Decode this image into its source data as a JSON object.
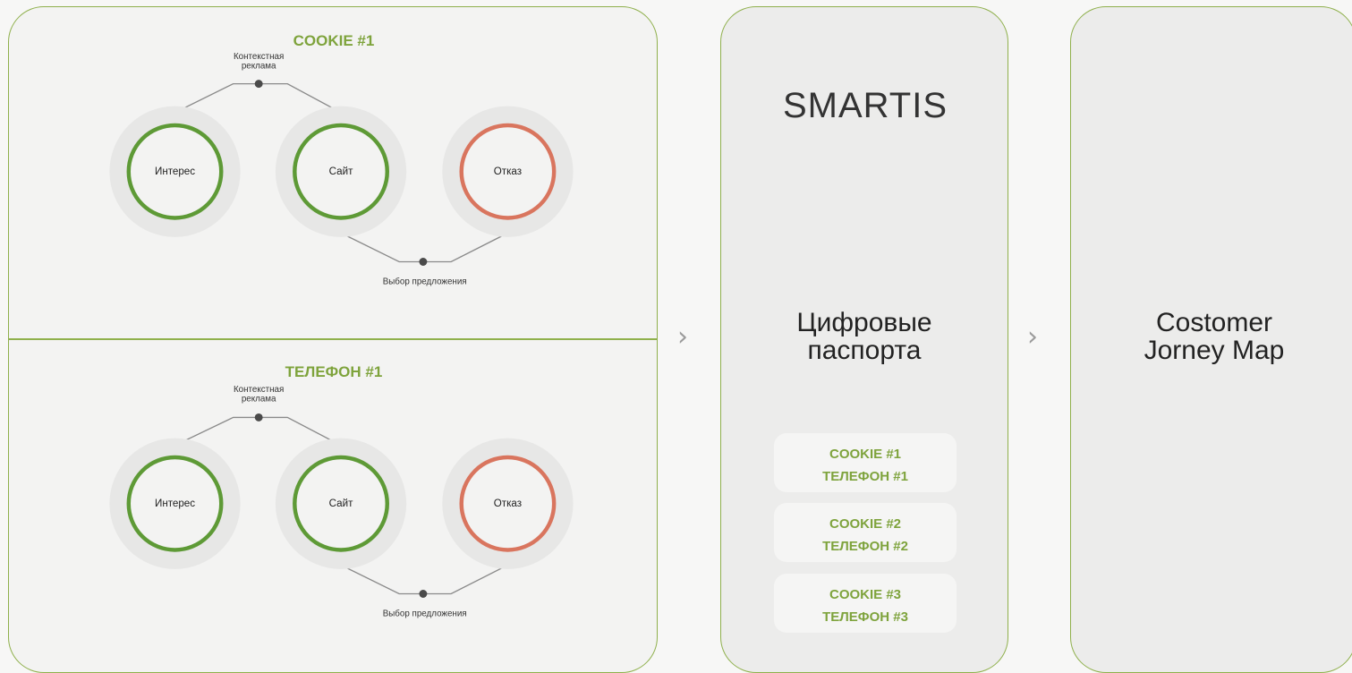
{
  "sections": [
    {
      "title": "COOKIE #1",
      "nodes": [
        {
          "label": "Интерес",
          "status": "active"
        },
        {
          "label": "Сайт",
          "status": "active"
        },
        {
          "label": "Отказ",
          "status": "rejected"
        }
      ],
      "edges": [
        {
          "label": "Контекстная реклама"
        },
        {
          "label": "Выбор предложения"
        }
      ]
    },
    {
      "title": "ТЕЛЕФОН #1",
      "nodes": [
        {
          "label": "Интерес",
          "status": "active"
        },
        {
          "label": "Сайт",
          "status": "active"
        },
        {
          "label": "Отказ",
          "status": "rejected"
        }
      ],
      "edges": [
        {
          "label": "Контекстная реклама"
        },
        {
          "label": "Выбор предложения"
        }
      ]
    }
  ],
  "middle": {
    "logo": "SMARTIS",
    "title_line1": "Цифровые",
    "title_line2": "паспорта",
    "cards": [
      {
        "line1": "COOKIE #1",
        "line2": "ТЕЛЕФОН #1"
      },
      {
        "line1": "COOKIE #2",
        "line2": "ТЕЛЕФОН #2"
      },
      {
        "line1": "COOKIE #3",
        "line2": "ТЕЛЕФОН #3"
      }
    ]
  },
  "right": {
    "title_line1": "Costomer",
    "title_line2": "Jorney Map"
  },
  "colors": {
    "accent_green": "#7ea33c",
    "node_green": "#5e9a36",
    "node_red": "#d9755e",
    "border": "#8fb04c"
  },
  "icons": {
    "arrow": "chevron-right-icon"
  }
}
